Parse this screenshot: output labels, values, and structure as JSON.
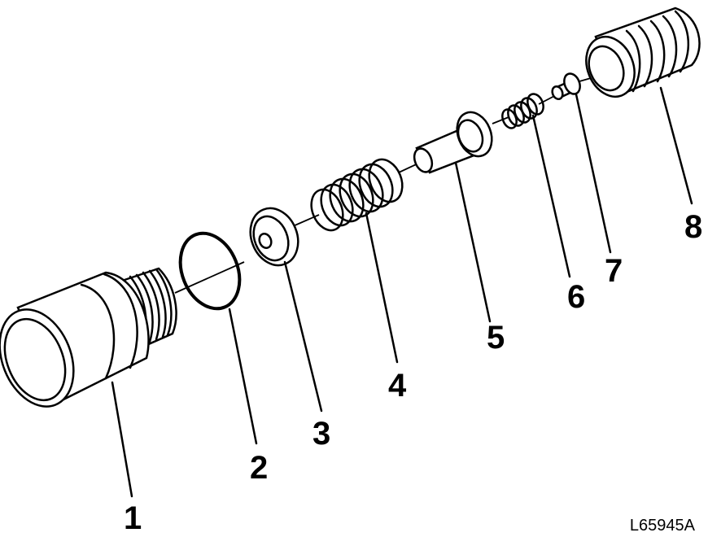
{
  "figure_code": "L65945A",
  "parts": [
    {
      "number": "1"
    },
    {
      "number": "2"
    },
    {
      "number": "3"
    },
    {
      "number": "4"
    },
    {
      "number": "5"
    },
    {
      "number": "6"
    },
    {
      "number": "7"
    },
    {
      "number": "8"
    }
  ]
}
